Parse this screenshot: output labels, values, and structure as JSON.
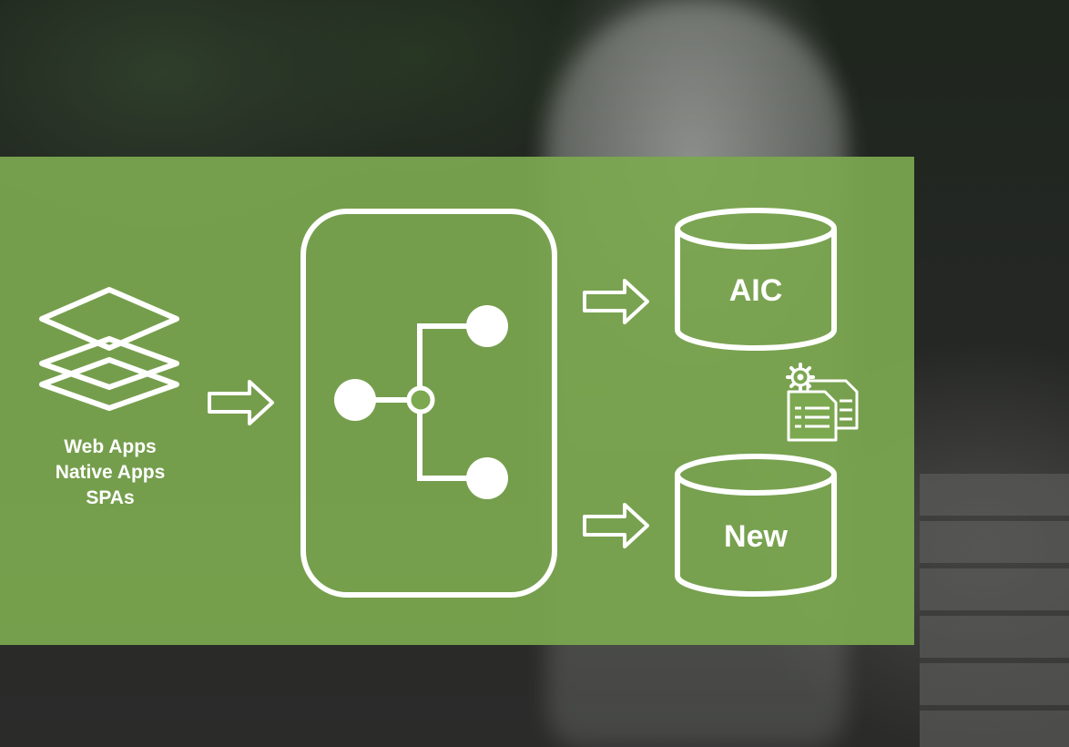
{
  "sources": {
    "lines": [
      "Web Apps",
      "Native Apps",
      "SPAs"
    ]
  },
  "targets": {
    "top_db_label": "AIC",
    "bottom_db_label": "New"
  },
  "icons": {
    "source": "layers-icon",
    "router": "branching-router-icon",
    "config": "gear-documents-icon"
  },
  "colors": {
    "panel": "#7ca850",
    "stroke": "#ffffff",
    "router_center": "#7ca850"
  }
}
